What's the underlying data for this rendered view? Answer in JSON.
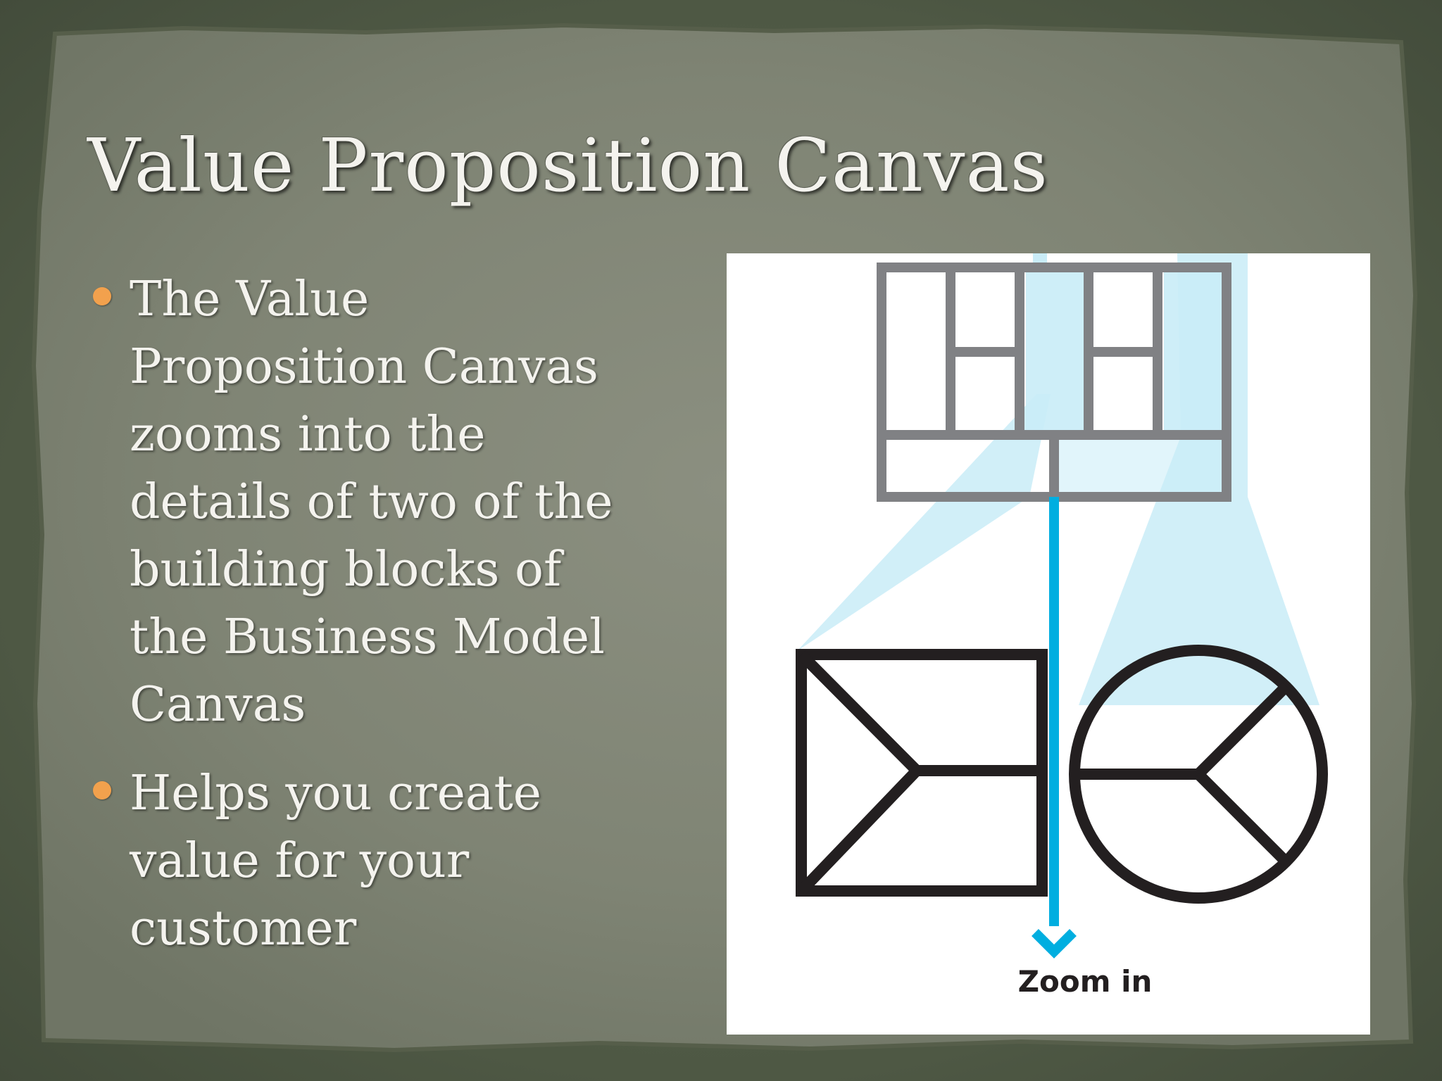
{
  "slide": {
    "title": "Value Proposition Canvas",
    "bullets": [
      "The Value Proposition Canvas zooms into the details of two of the building blocks of the Business Model Canvas",
      "Helps you create value for your customer"
    ],
    "bullet_color": "#f2a14d",
    "text_color": "#f4f3ee"
  },
  "figure": {
    "label": "Zoom in",
    "accent_color": "#00aee0",
    "highlight_color": "#c9ecf7",
    "grid_color": "#808184",
    "shape_color": "#231f20",
    "icons": [
      "business-model-canvas-icon",
      "value-map-square-icon",
      "customer-profile-circle-icon",
      "down-arrow-icon"
    ]
  }
}
